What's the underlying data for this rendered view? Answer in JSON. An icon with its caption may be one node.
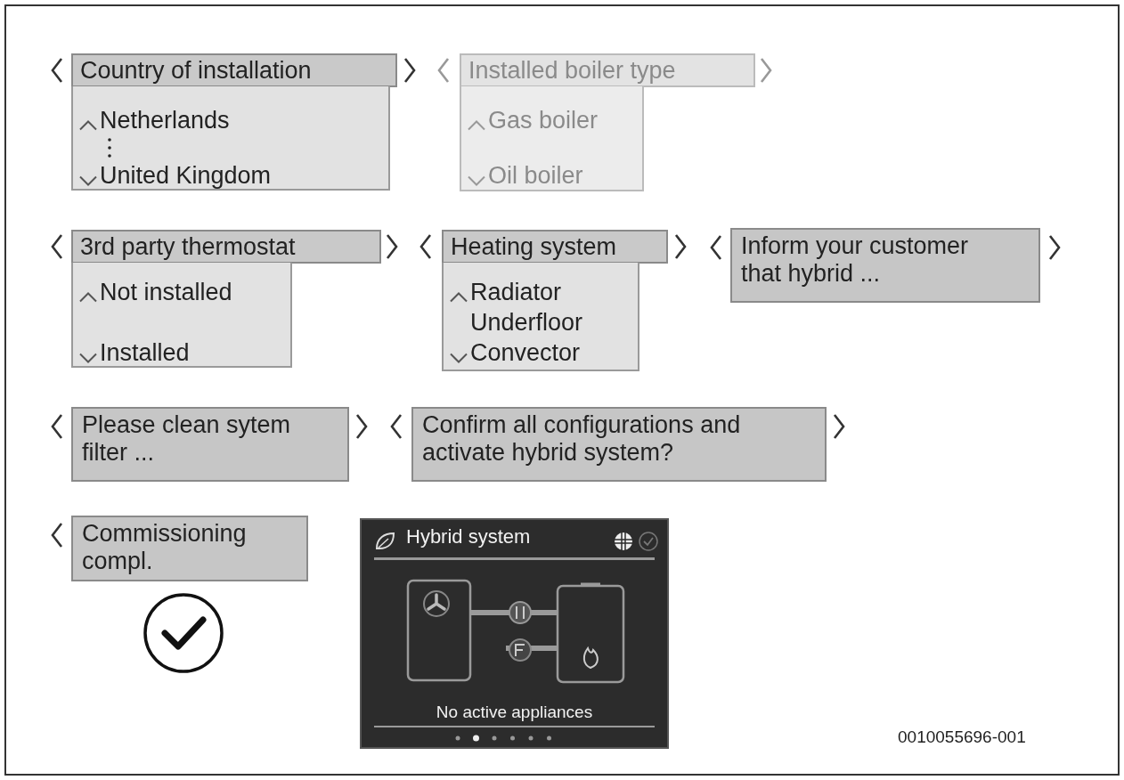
{
  "diagram": {
    "nodes": [
      {
        "text": [
          "Country of installation"
        ]
      },
      {
        "text": [
          "Netherlands",
          "United Kingdom"
        ]
      },
      {
        "text": [
          "Installed boiler type"
        ]
      },
      {
        "text": [
          "Gas boiler",
          "Oil boiler"
        ]
      },
      {
        "text": [
          "3rd party thermostat"
        ]
      },
      {
        "text": [
          "Not installed",
          "Installed"
        ]
      },
      {
        "text": [
          "Heating system"
        ]
      },
      {
        "text": [
          "Radiator",
          "Underfloor",
          "Convector"
        ]
      },
      {
        "text": [
          "Inform your customer that hybrid ..."
        ]
      },
      {
        "text": [
          "Please clean sytem filter ..."
        ]
      },
      {
        "text": [
          "Confirm all configurations and activate hybrid system?"
        ]
      },
      {
        "text": [
          "Commissioning compl."
        ]
      },
      {
        "text": [
          "Hybrid system",
          "No active appliances"
        ]
      }
    ],
    "labels": [
      "0010055696-001"
    ]
  }
}
